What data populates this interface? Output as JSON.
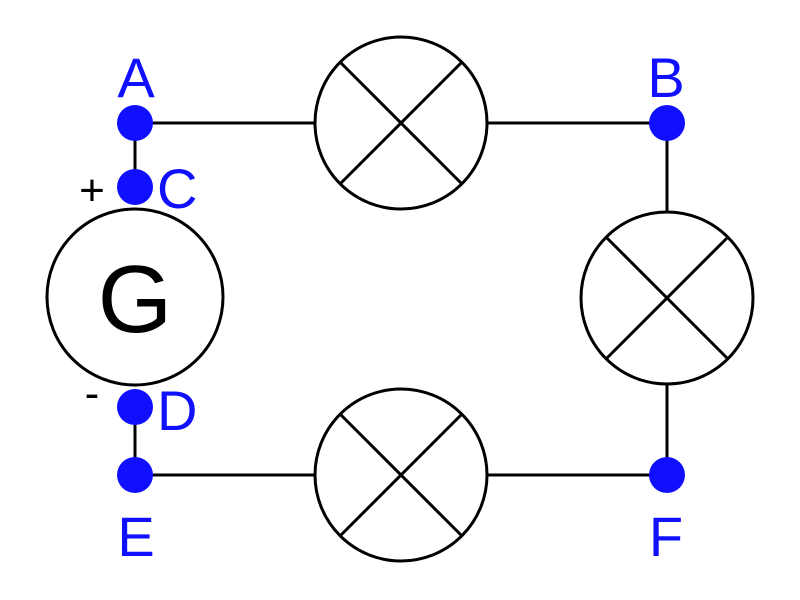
{
  "colors": {
    "node": "#1010ff",
    "wire": "#000000",
    "background": "#ffffff"
  },
  "generator": {
    "label": "G",
    "positive": "+",
    "negative": "-"
  },
  "nodes": {
    "A": "A",
    "B": "B",
    "C": "C",
    "D": "D",
    "E": "E",
    "F": "F"
  },
  "lamps": [
    {
      "id": "lamp-top",
      "icon": "lamp-icon",
      "between": [
        "A",
        "B"
      ]
    },
    {
      "id": "lamp-right",
      "icon": "lamp-icon",
      "between": [
        "B",
        "F"
      ]
    },
    {
      "id": "lamp-bottom",
      "icon": "lamp-icon",
      "between": [
        "E",
        "F"
      ]
    }
  ]
}
